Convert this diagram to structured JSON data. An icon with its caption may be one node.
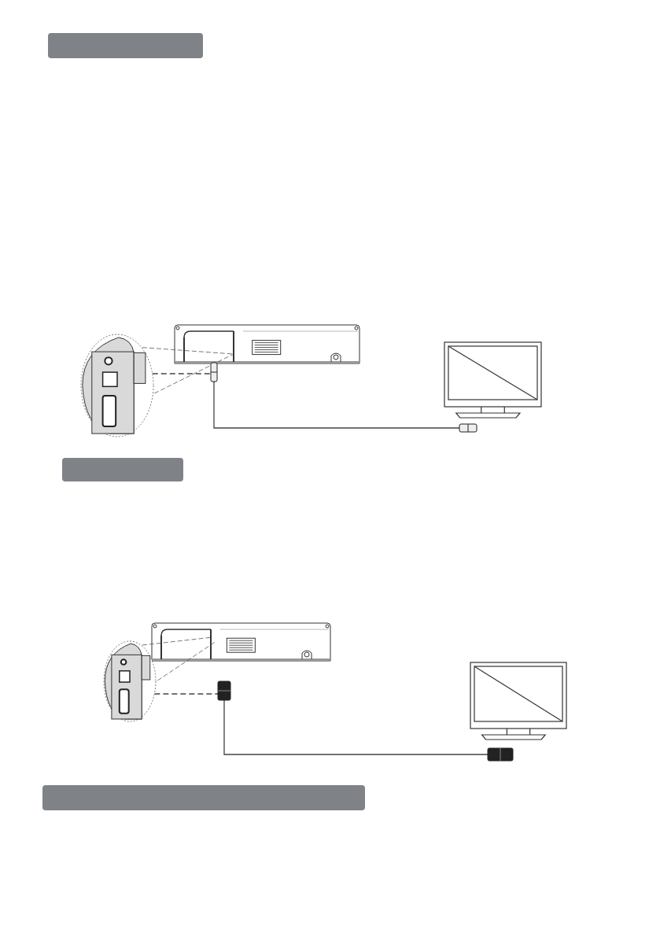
{
  "diagram": {
    "nodes": [
      {
        "text": [],
        "shape": "circle"
      },
      {
        "text": [],
        "shape": "box"
      },
      {
        "text": [],
        "shape": "box"
      },
      {
        "text": [],
        "shape": "circle"
      },
      {
        "text": [],
        "shape": "box"
      },
      {
        "text": [],
        "shape": "box"
      }
    ],
    "edges": [
      {
        "from": 0,
        "to": 1,
        "arrow": "none",
        "style": "dashed"
      },
      {
        "from": 1,
        "to": 2,
        "arrow": "none"
      },
      {
        "from": 3,
        "to": 4,
        "arrow": "none",
        "style": "dashed"
      },
      {
        "from": 4,
        "to": 5,
        "arrow": "none"
      }
    ]
  }
}
